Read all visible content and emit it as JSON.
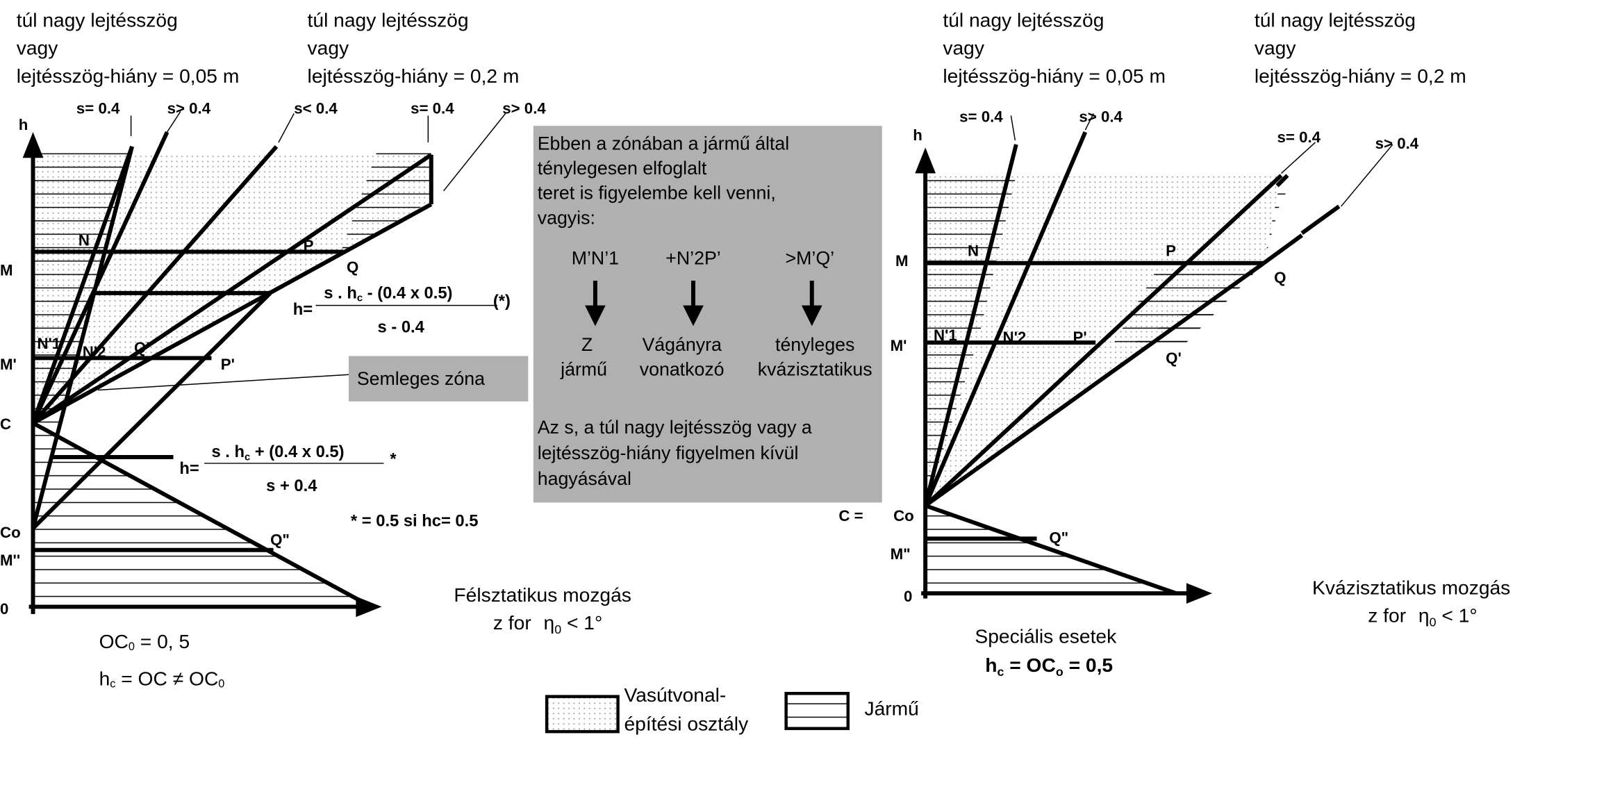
{
  "headers": {
    "left_a": [
      "túl nagy lejtésszög",
      "vagy",
      "lejtésszög-hiány = 0,05 m"
    ],
    "left_b": [
      "túl nagy lejtésszög",
      "vagy",
      "lejtésszög-hiány = 0,2 m"
    ],
    "right_a": [
      "túl nagy lejtésszög",
      "vagy",
      "lejtésszög-hiány = 0,05 m"
    ],
    "right_b": [
      "túl nagy lejtésszög",
      "vagy",
      "lejtésszög-hiány = 0,2 m"
    ]
  },
  "slope_labels": {
    "left": [
      "s= 0.4",
      "s> 0.4",
      "s< 0.4",
      "s= 0.4",
      "s> 0.4"
    ],
    "right": [
      "s= 0.4",
      "s> 0.4",
      "s= 0.4",
      "s> 0.4"
    ]
  },
  "left_axis": {
    "h": "h",
    "M": "M",
    "M_prime": "M'",
    "C": "C",
    "Co": "Co",
    "M_dprime": "M''",
    "zero": "0"
  },
  "left_points": {
    "N": "N",
    "P": "P",
    "Q": "Q",
    "N1": "N'1",
    "N2": "N'2",
    "Q_prime": "Q'",
    "P_prime": "P'",
    "Q_dprime": "Q\""
  },
  "formula_top": {
    "lhs": "h=",
    "numerator": "s . h",
    "numerator_sub": "c",
    "numerator_rest": " - (0.4 x 0.5)",
    "mark": "(*)",
    "denominator": "s - 0.4"
  },
  "formula_bottom": {
    "lhs": "h=",
    "numerator": "s . h",
    "numerator_sub": "c",
    "numerator_rest": " + (0.4 x 0.5)",
    "mark": "*",
    "denominator": "s + 0.4"
  },
  "footnote": "* = 0.5 si hc= 0.5",
  "neutral_zone": "Semleges zóna",
  "info_box": {
    "intro": [
      "Ebben a zónában a jármű által",
      "ténylegesen elfoglalt",
      "teret is figyelembe kell venni,",
      "vagyis:"
    ],
    "columns": [
      {
        "top": "M’N’1",
        "bottom": [
          "Z",
          "jármű"
        ]
      },
      {
        "top": "+N’2P’",
        "bottom": [
          "Vágányra",
          "vonatkozó"
        ]
      },
      {
        "top": ">M’Q’",
        "bottom": [
          "tényleges",
          "kvázisztatikus"
        ]
      }
    ],
    "outro": [
      "Az s, a túl nagy lejtésszög vagy a",
      "lejtésszög-hiány figyelmen kívül",
      "hagyásával"
    ]
  },
  "left_caption": [
    "Félsztatikus mozgás",
    "z for"
  ],
  "left_caption_eta": "η",
  "left_caption_eta_sub": "0",
  "left_caption_tail": " < 1°",
  "oc_lines": {
    "line1_a": "OC",
    "line1_sub": "0",
    "line1_b": " =  0, 5",
    "line2_a": "h",
    "line2_sub": "c",
    "line2_b": " =  OC ≠  OC",
    "line2_sub2": "0"
  },
  "right_axis": {
    "h": "h",
    "M": "M",
    "M_prime": "M'",
    "C_eq": "C =",
    "Co": "Co",
    "M_dprime": "M\"",
    "zero": "0"
  },
  "right_points": {
    "N": "N",
    "P": "P",
    "Q": "Q",
    "N1": "N'1",
    "N2": "N'2",
    "P_prime": "P'",
    "Q_prime": "Q'",
    "Q_dprime": "Q\""
  },
  "right_caption": [
    "Kvázisztatikus mozgás",
    "z for"
  ],
  "right_caption_eta": "η",
  "right_caption_eta_sub": "0",
  "right_caption_tail": " < 1°",
  "special": {
    "title": "Speciális esetek",
    "formula_a": "h",
    "formula_sub": "c",
    "formula_b": " = OC",
    "formula_sub2": "o",
    "formula_c": " = 0,5"
  },
  "legend": {
    "dotted": [
      "Vasútvonal-",
      "építési osztály"
    ],
    "hatched": "Jármű"
  },
  "colors": {
    "box_fill": "#b0b0b0",
    "dot": "#9a9a9a",
    "line": "#000000"
  }
}
